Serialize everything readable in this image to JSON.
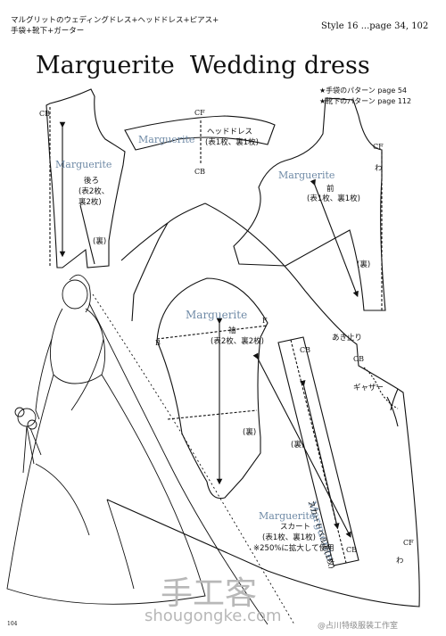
{
  "header": {
    "jp_line1": "マルグリットのウェディングドレス+ヘッドドレス+ピアス+",
    "jp_line2": "手袋+靴下+ガーター",
    "style_ref": "Style 16  ...page 34, 102",
    "title": "Marguerite  Wedding dress",
    "note1": "★手袋のパターン page 54",
    "note2": "★靴下のパターン page 112"
  },
  "pieces": {
    "back": {
      "name": "Marguerite",
      "desc1": "後ろ",
      "desc2": "(表2枚、",
      "desc3": "裏2枚)",
      "mark": "(裏)",
      "cb": "CB"
    },
    "headdress": {
      "name": "Marguerite",
      "desc1": "ヘッドドレス",
      "desc2": "(表1枚、裏1枚)",
      "cf": "CF",
      "cb": "CB"
    },
    "front": {
      "name": "Marguerite",
      "desc1": "前",
      "desc2": "(表1枚、裏1枚)",
      "mark": "(裏)",
      "cf": "CF",
      "wa": "わ"
    },
    "sleeve": {
      "name": "Marguerite",
      "desc1": "袖",
      "desc2": "(表2枚、裏2枚)",
      "mark": "(裏)",
      "b": "B",
      "f": "F"
    },
    "waistband": {
      "name": "Marguerite",
      "desc1": "スカートベルト(1枚)",
      "cb1": "CB",
      "cb2": "CB"
    },
    "skirt": {
      "name": "Marguerite",
      "desc1": "スカート",
      "desc2": "(表1枚、裏1枚)",
      "desc3": "※250%に拡大して使用",
      "mark": "(裏)",
      "cf": "CF",
      "wa": "わ",
      "opening": "あき止り",
      "gather": "ギャザー",
      "cb": "CB"
    }
  },
  "footer": {
    "page_no": "104",
    "wm_title": "手工客",
    "wm_url": "shougongke.com",
    "wm_weibo": "@占川特级服装工作室"
  }
}
